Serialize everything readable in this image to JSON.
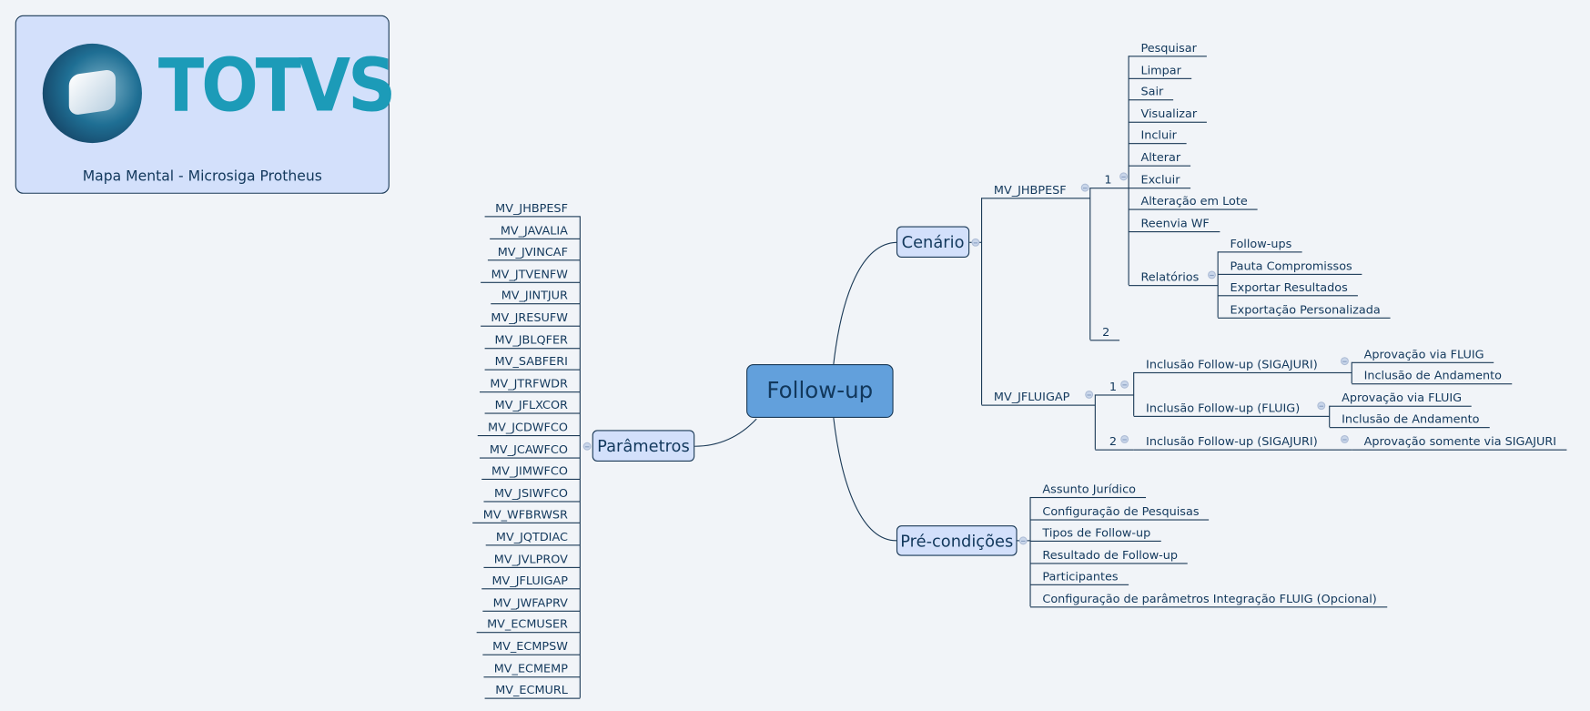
{
  "logo": {
    "brand": "TOTVS",
    "caption": "Mapa Mental - Microsiga Protheus",
    "brand_color": "#1c9bb8"
  },
  "central": {
    "label": "Follow-up"
  },
  "parametros": {
    "label": "Parâmetros",
    "items": [
      "MV_JHBPESF",
      "MV_JAVALIA",
      "MV_JVINCAF",
      "MV_JTVENFW",
      "MV_JINTJUR",
      "MV_JRESUFW",
      "MV_JBLQFER",
      "MV_SABFERI",
      "MV_JTRFWDR",
      "MV_JFLXCOR",
      "MV_JCDWFCO",
      "MV_JCAWFCO",
      "MV_JIMWFCO",
      "MV_JSIWFCO",
      "MV_WFBRWSR",
      "MV_JQTDIAC",
      "MV_JVLPROV",
      "MV_JFLUIGAP",
      "MV_JWFAPRV",
      "MV_ECMUSER",
      "MV_ECMPSW",
      "MV_ECMEMP",
      "MV_ECMURL"
    ]
  },
  "cenario": {
    "label": "Cenário",
    "jhbpesf": {
      "label": "MV_JHBPESF",
      "opt1": "1",
      "opt2": "2",
      "actions": [
        "Pesquisar",
        "Limpar",
        "Sair",
        "Visualizar",
        "Incluir",
        "Alterar",
        "Excluir",
        "Alteração em Lote",
        "Reenvia WF"
      ],
      "relatorios": {
        "label": "Relatórios",
        "items": [
          "Follow-ups",
          "Pauta Compromissos",
          "Exportar Resultados",
          "Exportação Personalizada"
        ]
      }
    },
    "jfluigap": {
      "label": "MV_JFLUIGAP",
      "opt1": {
        "label": "1",
        "a": {
          "label": "Inclusão Follow-up (SIGAJURI)",
          "items": [
            "Aprovação via FLUIG",
            "Inclusão de Andamento"
          ]
        },
        "b": {
          "label": "Inclusão Follow-up (FLUIG)",
          "items": [
            "Aprovação via FLUIG",
            "Inclusão de Andamento"
          ]
        }
      },
      "opt2": {
        "label": "2",
        "a": {
          "label": "Inclusão Follow-up (SIGAJURI)",
          "items": [
            "Aprovação somente via SIGAJURI"
          ]
        }
      }
    }
  },
  "precondicoes": {
    "label": "Pré-condições",
    "items": [
      "Assunto Jurídico",
      "Configuração de Pesquisas",
      "Tipos de Follow-up",
      "Resultado de Follow-up",
      "Participantes",
      "Configuração de parâmetros Integração FLUIG (Opcional)"
    ]
  }
}
